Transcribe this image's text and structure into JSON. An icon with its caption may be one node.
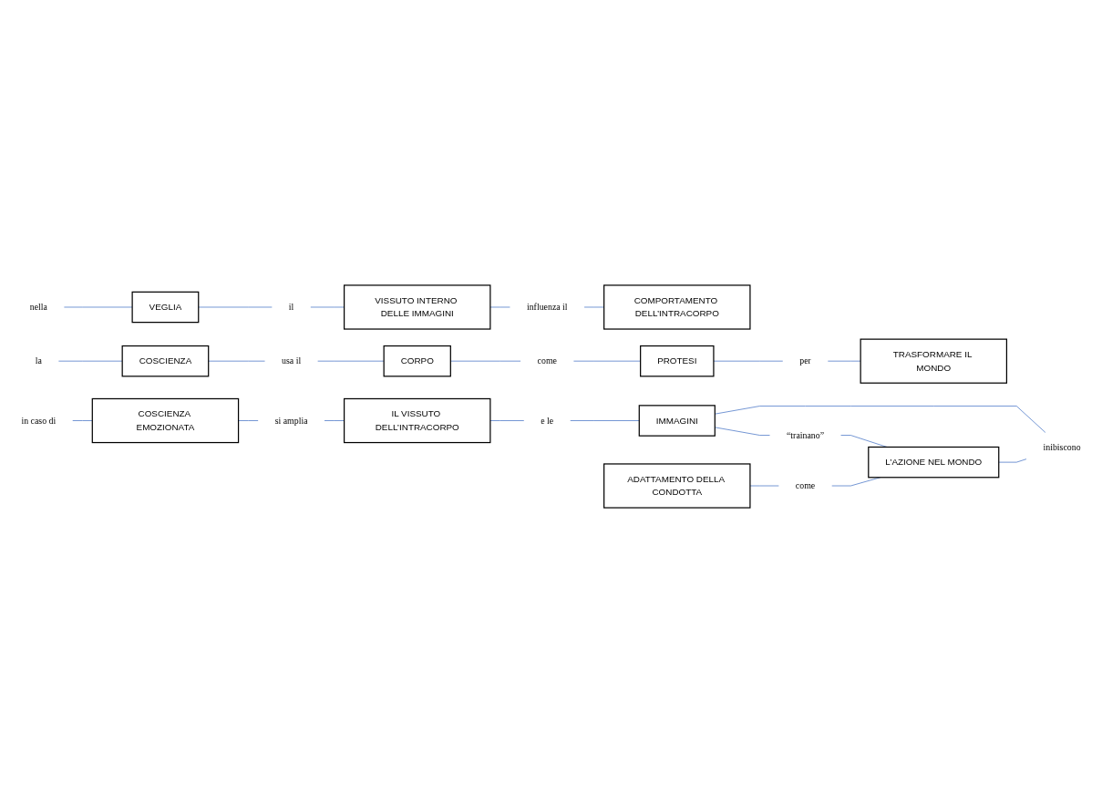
{
  "diagram": {
    "nodes": [
      {
        "text": [
          "nella"
        ]
      },
      {
        "text": [
          "VEGLIA"
        ]
      },
      {
        "text": [
          "il"
        ]
      },
      {
        "text": [
          "VISSUTO INTERNO DELLE IMMAGINI"
        ]
      },
      {
        "text": [
          "influenza il"
        ]
      },
      {
        "text": [
          "COMPORTAMENTO DELL’INTRACORPO"
        ]
      },
      {
        "text": [
          "la"
        ]
      },
      {
        "text": [
          "COSCIENZA"
        ]
      },
      {
        "text": [
          "usa il"
        ]
      },
      {
        "text": [
          "CORPO"
        ]
      },
      {
        "text": [
          "come"
        ]
      },
      {
        "text": [
          "PROTESI"
        ]
      },
      {
        "text": [
          "per"
        ]
      },
      {
        "text": [
          "TRASFORMARE IL MONDO"
        ]
      },
      {
        "text": [
          "in caso di"
        ]
      },
      {
        "text": [
          "COSCIENZA EMOZIONATA"
        ]
      },
      {
        "text": [
          "si amplia"
        ]
      },
      {
        "text": [
          "IL VISSUTO DELL’INTRACORPO"
        ]
      },
      {
        "text": [
          "e le"
        ]
      },
      {
        "text": [
          "IMMAGINI"
        ]
      },
      {
        "text": [
          "“trainano”"
        ]
      },
      {
        "text": [
          "ADATTAMENTO DELLA CONDOTTA"
        ]
      },
      {
        "text": [
          "come"
        ]
      },
      {
        "text": [
          "L’AZIONE NEL MONDO"
        ]
      },
      {
        "text": [
          "inibiscono"
        ]
      }
    ],
    "edges": [
      {
        "from": 0,
        "to": 1,
        "arrow": "none"
      },
      {
        "from": 1,
        "to": 2,
        "arrow": "none"
      },
      {
        "from": 2,
        "to": 3,
        "arrow": "none"
      },
      {
        "from": 3,
        "to": 4,
        "arrow": "none"
      },
      {
        "from": 4,
        "to": 5,
        "arrow": "none"
      },
      {
        "from": 6,
        "to": 7,
        "arrow": "none"
      },
      {
        "from": 7,
        "to": 8,
        "arrow": "none"
      },
      {
        "from": 8,
        "to": 9,
        "arrow": "none"
      },
      {
        "from": 9,
        "to": 10,
        "arrow": "none"
      },
      {
        "from": 10,
        "to": 11,
        "arrow": "none"
      },
      {
        "from": 11,
        "to": 12,
        "arrow": "none"
      },
      {
        "from": 12,
        "to": 13,
        "arrow": "none"
      },
      {
        "from": 14,
        "to": 15,
        "arrow": "none"
      },
      {
        "from": 15,
        "to": 16,
        "arrow": "none"
      },
      {
        "from": 16,
        "to": 17,
        "arrow": "none"
      },
      {
        "from": 17,
        "to": 18,
        "arrow": "none"
      },
      {
        "from": 18,
        "to": 19,
        "arrow": "none"
      },
      {
        "from": 19,
        "to": 20,
        "arrow": "none"
      },
      {
        "from": 19,
        "to": 24,
        "arrow": "none"
      },
      {
        "from": 20,
        "to": 23,
        "arrow": "none"
      },
      {
        "from": 21,
        "to": 22,
        "arrow": "none"
      },
      {
        "from": 22,
        "to": 23,
        "arrow": "none"
      },
      {
        "from": 23,
        "to": 24,
        "arrow": "none"
      }
    ]
  }
}
